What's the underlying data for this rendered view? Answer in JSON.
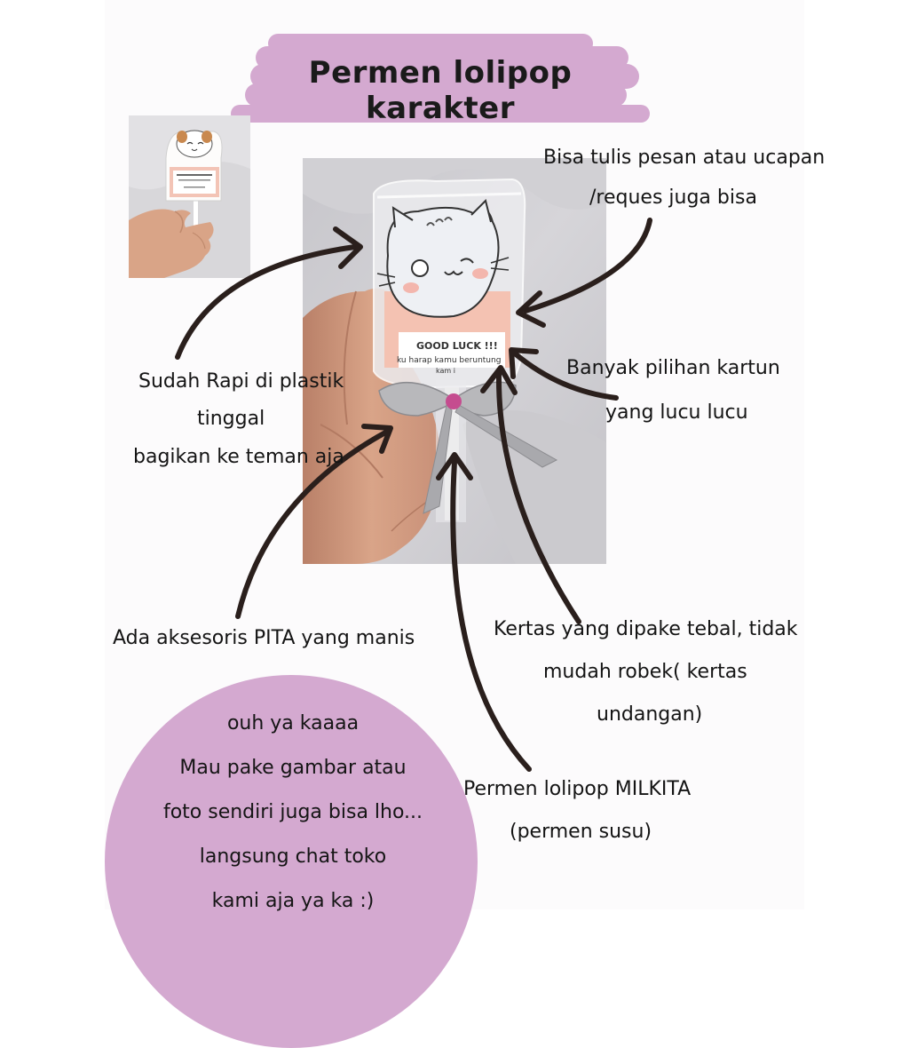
{
  "title": "Permen lolipop karakter",
  "card": {
    "heading": "GOOD LUCK !!!",
    "message": "ku harap kamu beruntung",
    "signature": "kam i"
  },
  "annotations": {
    "message_line1": "Bisa tulis pesan atau ucapan",
    "message_line2": "/reques juga bisa",
    "plastic_line1": "Sudah Rapi di plastik",
    "plastic_line2": "tinggal",
    "plastic_line3": "bagikan ke teman aja",
    "cartoon_line1": "Banyak pilihan kartun",
    "cartoon_line2": "yang lucu lucu",
    "ribbon": "Ada aksesoris PITA yang manis",
    "paper_line1": "Kertas yang dipake tebal, tidak",
    "paper_line2": "mudah robek( kertas",
    "paper_line3": "undangan)",
    "candy_line1": "Permen lolipop MILKITA",
    "candy_line2": "(permen susu)"
  },
  "bubble": {
    "lines": [
      "ouh ya kaaaa",
      "Mau pake gambar atau",
      "foto sendiri juga bisa lho...",
      "langsung chat toko",
      "kami aja ya ka :)"
    ]
  },
  "colors": {
    "banner": "#d4a9d0",
    "bubble": "#d4a9d0",
    "arrow": "#2a1f1c",
    "ribbon": "#b9b9bb",
    "card_pink": "#f2b8a8"
  }
}
